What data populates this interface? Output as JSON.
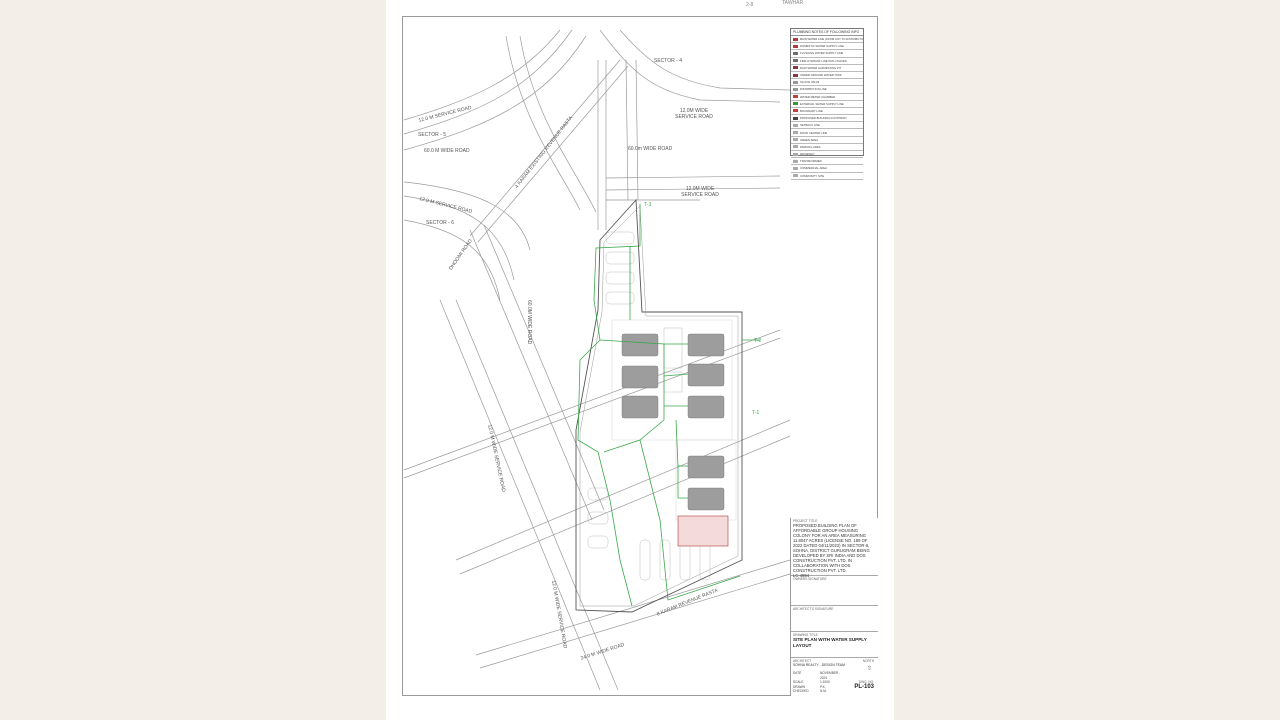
{
  "sheet": {
    "top_marks": [
      "TAWHAR",
      "2-8"
    ],
    "road_labels": {
      "sector_4": "SECTOR - 4",
      "sector_5": "SECTOR - 5",
      "sector_6": "SECTOR - 6",
      "service_road_nw": "12.0 M SERVICE ROAD",
      "wide_road_60_w": "60.0 M WIDE ROAD",
      "service_road_w2": "12.0 M SERVICE ROAD",
      "dhoomi_road": "DHOOMI ROAD",
      "karam_rasta_top": "4 KARAM EXISTING REVENUE RASTA",
      "service_road_top": "12.0M WIDE SERVICE ROAD",
      "wide_road_60_mid": "60.0m WIDE ROAD",
      "service_road_mid": "12.0M WIDE SERVICE ROAD",
      "wide_road_vertical": "60.0M WIDE ROAD",
      "service_road_left": "12.0 M WIDE SERVICE ROAD",
      "service_road_bottom": "12.0 M WIDE SERVICE ROAD",
      "karam_rasta_bottom": "8 KARAM REVENUE RASTA",
      "wide_road_24": "24.0 M WIDE ROAD",
      "tank_1": "T-1",
      "tank_2": "T-2",
      "tank_3": "T-3"
    },
    "legend": {
      "title": "PLUMBING NOTES OF FOLLOWING INFO",
      "rows": [
        {
          "text": "MAIN WATER LINE (FROM UGT TO DISTRIBUTION)",
          "color": "#b03a3a"
        },
        {
          "text": "DOMESTIC WATER SUPPLY LINE",
          "color": "#b03a3a"
        },
        {
          "text": "FLUSHING WATER SUPPLY LINE",
          "color": "#6e6e6e"
        },
        {
          "text": "FIRE HYDRANT LINE WITH VALVES",
          "color": "#6e6e6e"
        },
        {
          "text": "RAIN WATER HARVESTING PIT",
          "color": "#8a3a3a"
        },
        {
          "text": "UNDER GROUND WATER TANK",
          "color": "#8a3a3a"
        },
        {
          "text": "SLUICE VALVE",
          "color": "#999999"
        },
        {
          "text": "DISTRIBUTION LINE",
          "color": "#999999"
        },
        {
          "text": "WATER METER CHAMBER",
          "color": "#c04040"
        },
        {
          "text": "EXTERNAL WATER SUPPLY LINE",
          "color": "#3a9a3a"
        },
        {
          "text": "BOUNDARY LINE",
          "color": "#c04040"
        },
        {
          "text": "PROPOSED BUILDING FOOTPRINT",
          "color": "#444444"
        },
        {
          "text": "SETBACK LINE",
          "color": "#aaaaaa"
        },
        {
          "text": "ROAD CENTER LINE",
          "color": "#aaaaaa"
        },
        {
          "text": "GREEN AREA",
          "color": "#aaaaaa"
        },
        {
          "text": "PARKING AREA",
          "color": "#aaaaaa"
        },
        {
          "text": "DRIVEWAY",
          "color": "#aaaaaa"
        },
        {
          "text": "TRANSFORMER",
          "color": "#aaaaaa"
        },
        {
          "text": "COMMERCIAL AREA",
          "color": "#aaaaaa"
        },
        {
          "text": "COMMUNITY SITE",
          "color": "#aaaaaa"
        }
      ]
    },
    "title_block": {
      "project_title_label": "PROJECT TITLE",
      "project_title": "PROPOSED BUILDING PLAN OF AFFORDABLE GROUP HOUSING COLONY FOR AN AREA MEASURING 11.8047 ACRES (LICENSE NO. 189 OF 2022 DATED 04/11/2022) IN SECTOR-6, SOHNA, DISTRICT GURUGRAM BEING DEVELOPED BY SRI INDIA AND DOS CONSTRUCTION PVT. LTD. IN COLLABORATION WITH DOS CONSTRUCTION PVT. LTD.",
      "project_code": "LC-4894",
      "owner_label": "OWNERS SIGNATURE",
      "architect_label": "ARCHITECT'S SIGNATURE",
      "drawing_title_label": "DRAWING TITLE",
      "drawing_title": "SITE PLAN WITH WATER SUPPLY LAYOUT",
      "architect_name_label": "ARCHITECT",
      "architect_name": "SOHNA REALTY - DESIGN TEAM",
      "north_label": "NORTH",
      "date_label": "DATE",
      "date_value": "NOVEMBER - 2024",
      "scale_label": "SCALE",
      "scale_value": "1:1000",
      "drawn_label": "DRAWN",
      "drawn_value": "P.K.",
      "checked_label": "CHECKED",
      "checked_value": "N.M.",
      "dwg_no_label": "DWG. NO.",
      "dwg_no": "PL-103"
    }
  }
}
